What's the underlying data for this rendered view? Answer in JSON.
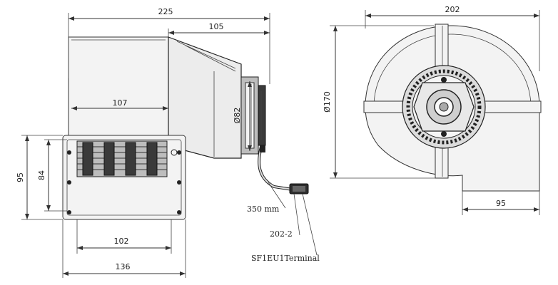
{
  "side_view": {
    "dim_overall_width": "225",
    "dim_motor_length": "105",
    "dim_housing_length": "107",
    "dim_motor_diameter": "Ø82",
    "dim_flange_height": "95",
    "dim_flange_inner_height": "84",
    "dim_flange_inner_width": "102",
    "dim_flange_width": "136",
    "lead_length_label": "350 mm",
    "lead_part_label": "202-2",
    "terminal_label": "SF1EU1Terminal"
  },
  "front_view": {
    "dim_overall_width": "202",
    "dim_diameter": "Ø170",
    "dim_outlet_width": "95"
  }
}
